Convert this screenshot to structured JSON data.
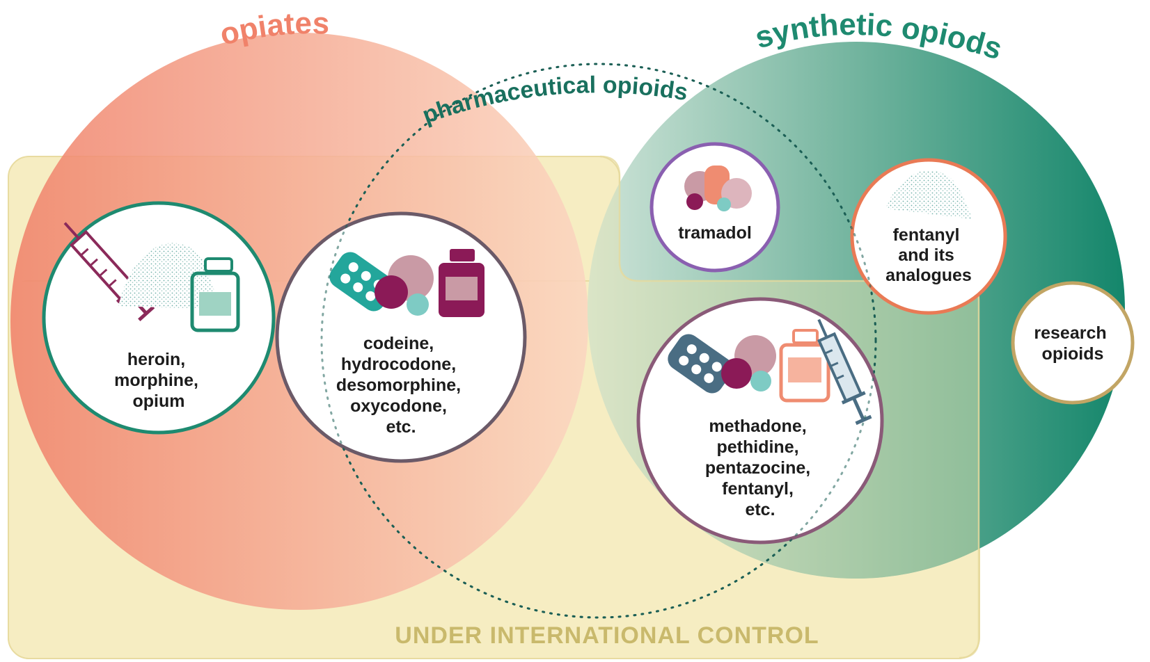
{
  "diagram": {
    "groups": {
      "opiates": "opiates",
      "synthetic": "synthetic opiods",
      "pharmaceutical": "pharmaceutical opioids",
      "control": "UNDER INTERNATIONAL CONTROL"
    },
    "items": {
      "heroin": [
        "heroin,",
        "morphine,",
        "opium"
      ],
      "codeine": [
        "codeine,",
        "hydrocodone,",
        "desomorphine,",
        "oxycodone,",
        "etc."
      ],
      "tramadol": [
        "tramadol"
      ],
      "fentanyl_analogues": [
        "fentanyl",
        "and its",
        "analogues"
      ],
      "methadone": [
        "methadone,",
        "pethidine,",
        "pentazocine,",
        "fentanyl,",
        "etc."
      ],
      "research": [
        "research",
        "opioids"
      ]
    },
    "colors": {
      "opiates": "#f0826a",
      "synthetic": "#1e8a70",
      "control_fill": "#f6edc2",
      "control_text": "#c9b96c",
      "pharma_text": "#19705e",
      "heroin_ring": "#1e8a70",
      "codeine_ring": "#6b5a68",
      "tramadol_ring": "#8a5fb0",
      "fentanyl_ring": "#e97a55",
      "methadone_ring": "#8a5a78",
      "research_ring": "#c2a564"
    }
  }
}
